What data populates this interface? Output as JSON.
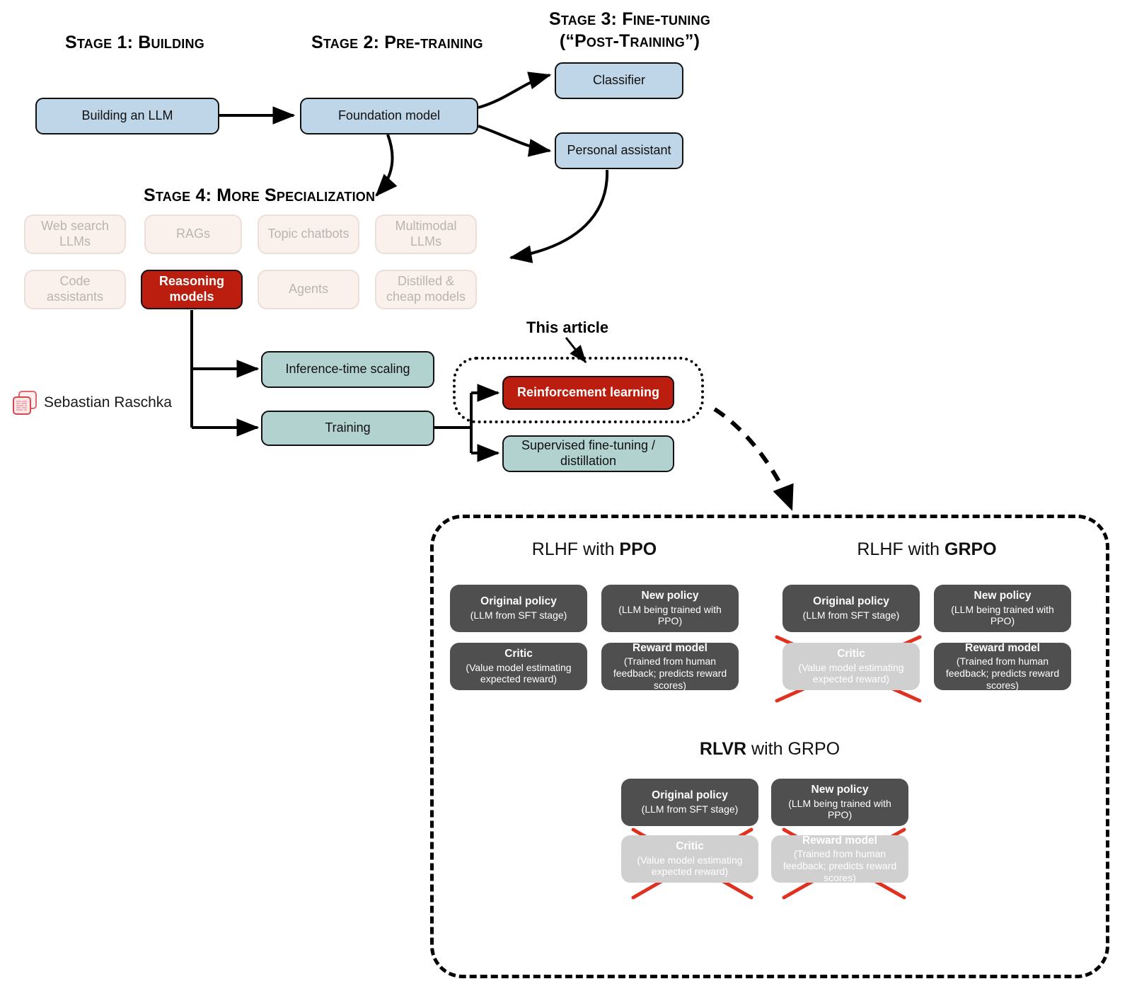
{
  "diagram": {
    "title": "LLM development stages and reinforcement learning article overview",
    "colors": {
      "blue": "#bfd5e8",
      "teal": "#b2d2d0",
      "red": "#bb1e0e",
      "faded_fill": "#fbf1ec",
      "faded_text": "#b9b4b1",
      "card_dark": "#4f4f4f",
      "card_disabled": "#d0d0d0",
      "cross_red": "#e03020",
      "outline": "#111111"
    }
  },
  "stages": {
    "stage1": "Stage 1: Building",
    "stage2": "Stage 2: Pre-training",
    "stage3_line1": "Stage 3: Fine-tuning",
    "stage3_line2": "(“Post-Training”)",
    "stage4": "Stage 4: More Specialization"
  },
  "nodes": {
    "building_llm": "Building an LLM",
    "foundation_model": "Foundation model",
    "classifier": "Classifier",
    "personal_assistant": "Personal assistant",
    "inference_time_scaling": "Inference-time scaling",
    "training": "Training",
    "reinforcement_learning": "Reinforcement learning",
    "supervised_finetuning": "Supervised fine-tuning / distillation"
  },
  "specializations": [
    {
      "label": "Web search LLMs",
      "state": "faded"
    },
    {
      "label": "RAGs",
      "state": "faded"
    },
    {
      "label": "Topic chatbots",
      "state": "faded"
    },
    {
      "label": "Multimodal LLMs",
      "state": "faded"
    },
    {
      "label": "Code assistants",
      "state": "faded"
    },
    {
      "label": "Reasoning models",
      "state": "highlighted"
    },
    {
      "label": "Agents",
      "state": "faded"
    },
    {
      "label": "Distilled & cheap models",
      "state": "faded"
    }
  ],
  "callout": {
    "label": "This article"
  },
  "credit": {
    "name": "Sebastian Raschka",
    "logo": "stacked-cards-logo"
  },
  "panel": {
    "sections": [
      {
        "id": "rlhf-ppo",
        "title_plain": "RLHF with ",
        "title_bold": "PPO",
        "cards": [
          {
            "title": "Original policy",
            "subtitle": "(LLM from SFT stage)",
            "state": "active"
          },
          {
            "title": "New policy",
            "subtitle": "(LLM being trained with PPO)",
            "state": "active"
          },
          {
            "title": "Critic",
            "subtitle": "(Value model estimating expected reward)",
            "state": "active"
          },
          {
            "title": "Reward model",
            "subtitle": "(Trained from human feedback; predicts reward scores)",
            "state": "active"
          }
        ]
      },
      {
        "id": "rlhf-grpo",
        "title_plain": "RLHF with ",
        "title_bold": "GRPO",
        "cards": [
          {
            "title": "Original policy",
            "subtitle": "(LLM from SFT stage)",
            "state": "active"
          },
          {
            "title": "New policy",
            "subtitle": "(LLM being trained with PPO)",
            "state": "active"
          },
          {
            "title": "Critic",
            "subtitle": "(Value model estimating expected reward)",
            "state": "crossed-out"
          },
          {
            "title": "Reward model",
            "subtitle": "(Trained from human feedback; predicts reward scores)",
            "state": "active"
          }
        ]
      },
      {
        "id": "rlvr-grpo",
        "title_bold_first": "RLVR",
        "title_plain_rest": " with GRPO",
        "cards": [
          {
            "title": "Original policy",
            "subtitle": "(LLM from SFT stage)",
            "state": "active"
          },
          {
            "title": "New policy",
            "subtitle": "(LLM being trained with PPO)",
            "state": "active"
          },
          {
            "title": "Critic",
            "subtitle": "(Value model estimating expected reward)",
            "state": "crossed-out"
          },
          {
            "title": "Reward model",
            "subtitle": "(Trained from human feedback; predicts reward scores)",
            "state": "crossed-out"
          }
        ]
      }
    ]
  }
}
